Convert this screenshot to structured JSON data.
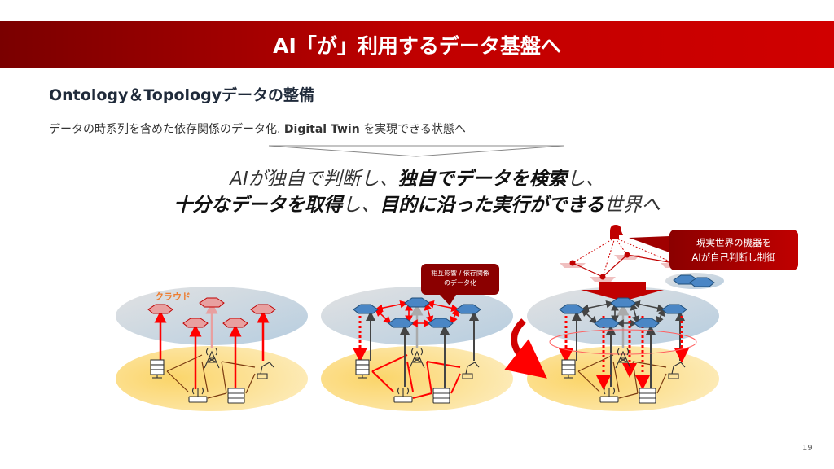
{
  "title": "AI「が」利用するデータ基盤へ",
  "section_title": "Ontology＆Topologyデータの整備",
  "subtitle": {
    "before": "データの時系列を含めた依存関係のデータ化. ",
    "bold": "Digital Twin",
    "after": " を実現できる状態へ"
  },
  "headline": {
    "line1": [
      {
        "t": "AIが独自で判断し、",
        "s": "lt"
      },
      {
        "t": "独自でデータを検索",
        "s": "bd"
      },
      {
        "t": "し、",
        "s": "lt"
      }
    ],
    "line2": [
      {
        "t": "十分なデータを取得",
        "s": "bd"
      },
      {
        "t": "し、",
        "s": "lt"
      },
      {
        "t": "目的に沿った実行ができる",
        "s": "bd"
      },
      {
        "t": "世界へ",
        "s": "lt"
      }
    ]
  },
  "diagram": {
    "cloud_label": "クラウド",
    "callout_dependency": [
      "相互影響 / 依存関係",
      "のデータ化"
    ],
    "callout_ai": [
      "現実世界の機器を",
      "AIが自己判断し制御"
    ]
  },
  "colors": {
    "banner": "#c00000",
    "accent_red": "#ff0000",
    "node_blue": "#4a86c5",
    "node_pink": "#e8a0a0",
    "cloud_label": "#ed7d31"
  },
  "page_number": "19"
}
